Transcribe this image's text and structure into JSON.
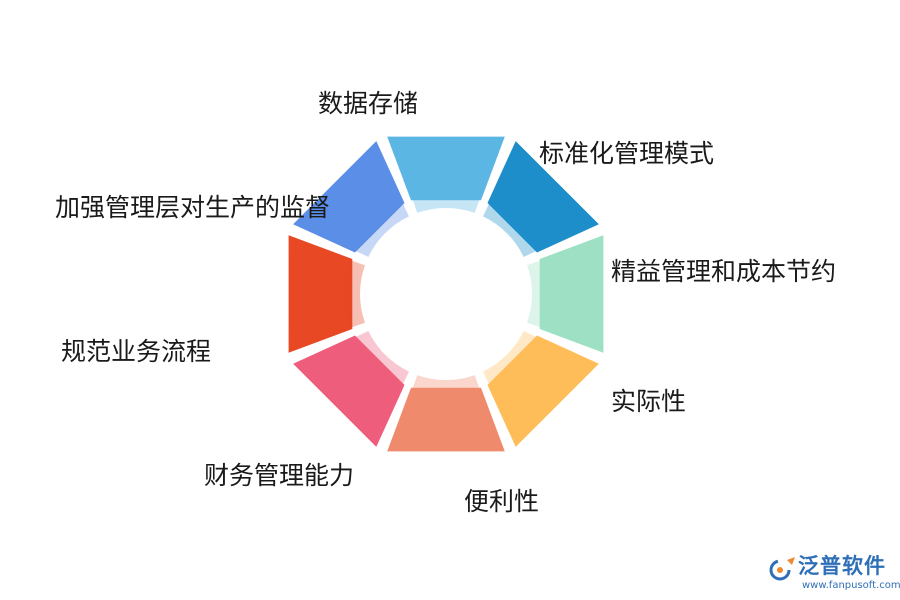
{
  "diagram": {
    "type": "cycle",
    "segments": [
      {
        "label": "数据存储",
        "color": "#5b8ee6"
      },
      {
        "label": "标准化管理模式",
        "color": "#5cb6e4"
      },
      {
        "label": "精益管理和成本节约",
        "color": "#1e8ecb"
      },
      {
        "label": "实际性",
        "color": "#9de0c4"
      },
      {
        "label": "便利性",
        "color": "#ffbd5a"
      },
      {
        "label": "财务管理能力",
        "color": "#f08a6c"
      },
      {
        "label": "规范业务流程",
        "color": "#ee5e7c"
      },
      {
        "label": "加强管理层对生产的监督",
        "color": "#e94825"
      }
    ]
  },
  "watermark": {
    "name": "泛普软件",
    "url": "www.fanpusoft.com",
    "logo_icon": "fanpu-logo-icon"
  }
}
